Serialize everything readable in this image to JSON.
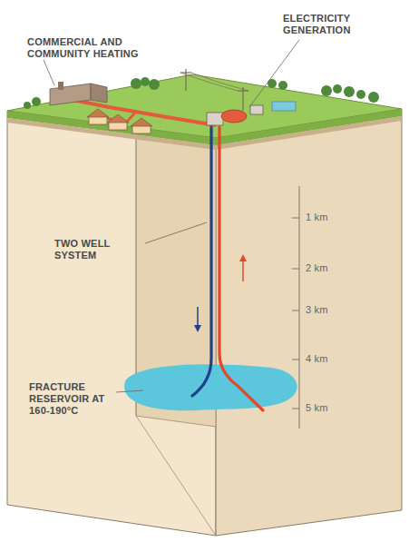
{
  "diagram": {
    "nodes": [
      {
        "text": [
          "FRACTURE RESERVOIR AT 160-190°C"
        ]
      }
    ],
    "labels": [
      "COMMERCIAL AND COMMUNITY HEATING",
      "ELECTRICITY GENERATION",
      "TWO WELL SYSTEM",
      "1 km",
      "2 km",
      "3 km",
      "4 km",
      "5 km"
    ]
  }
}
